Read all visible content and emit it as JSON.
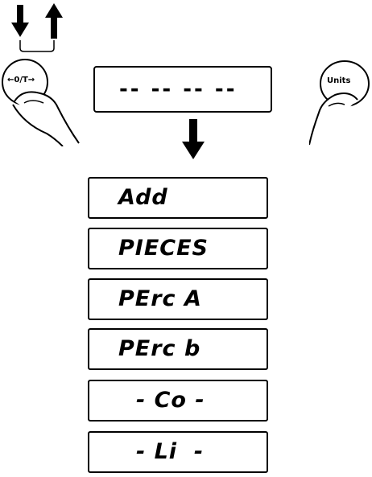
{
  "tare_button": {
    "label": "←0/T→"
  },
  "units_button": {
    "label": "Units"
  },
  "main_display": {
    "text": "-- -- -- --"
  },
  "menu_items": [
    {
      "text": "Add"
    },
    {
      "text": "PIECES"
    },
    {
      "text": "PErc A"
    },
    {
      "text": "PErc b"
    },
    {
      "text": "- Co -"
    },
    {
      "text": "- Li  -"
    }
  ]
}
